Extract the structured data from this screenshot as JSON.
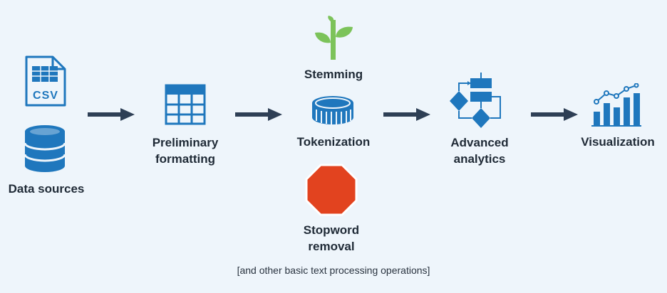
{
  "steps": {
    "data_sources": {
      "label": "Data sources",
      "icons": [
        "csv-file-icon",
        "database-icon"
      ],
      "csv_text": "CSV"
    },
    "preliminary_formatting": {
      "label_line1": "Preliminary",
      "label_line2": "formatting",
      "icon": "table-grid-icon"
    },
    "stemming": {
      "label": "Stemming",
      "icon": "sprout-icon"
    },
    "tokenization": {
      "label": "Tokenization",
      "icon": "coin-stack-icon"
    },
    "stopword_removal": {
      "label_line1": "Stopword",
      "label_line2": "removal",
      "icon": "stop-sign-icon"
    },
    "advanced_analytics": {
      "label_line1": "Advanced",
      "label_line2": "analytics",
      "icon": "flowchart-icon"
    },
    "visualization": {
      "label": "Visualization",
      "icon": "bar-line-chart-icon"
    }
  },
  "footnote": "[and other basic text processing operations]",
  "colors": {
    "background": "#eef5fb",
    "icon_blue": "#1f77bd",
    "arrow": "#2e3f55",
    "stem_green": "#7cc35a",
    "stop_red": "#e2431f"
  }
}
